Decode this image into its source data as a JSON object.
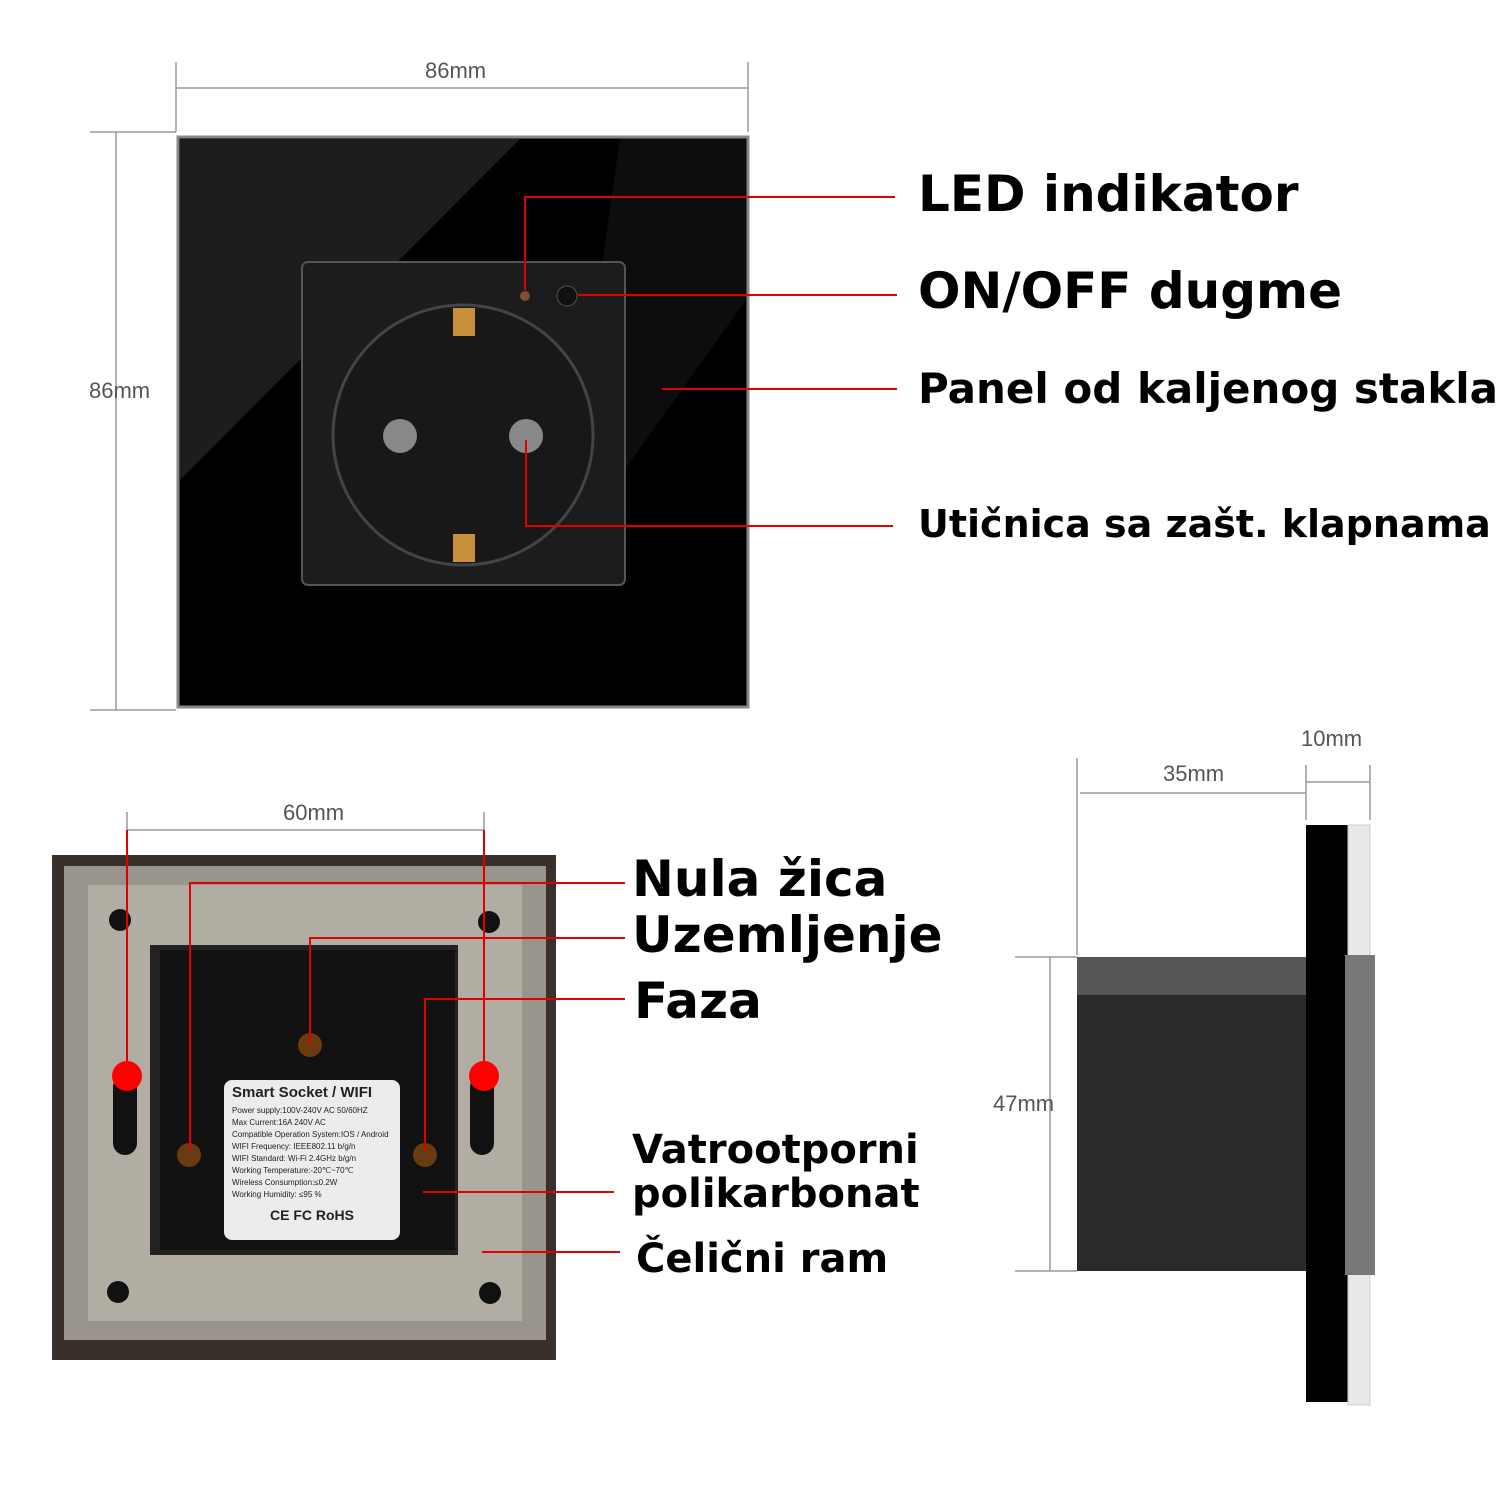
{
  "front_view": {
    "width_dim": "86mm",
    "height_dim": "86mm"
  },
  "front_labels": [
    {
      "text": "LED indikator"
    },
    {
      "text": "ON/OFF dugme"
    },
    {
      "text": "Panel od kaljenog stakla"
    },
    {
      "text": "Utičnica sa zašt. klapnama"
    }
  ],
  "back_view": {
    "width_dim": "60mm",
    "product_label": {
      "title": "Smart Socket / WIFI",
      "specs": [
        "Power supply:100V-240V AC  50/60HZ",
        "Max Current:16A  240V AC",
        "Compatible Operation System:IOS / Android",
        "WIFI Frequency: IEEE802.11 b/g/n",
        "WIFI Standard: Wi-Fi 2.4GHz b/g/n",
        "Working Temperature:-20℃~70℃",
        "Wireless Consumption:≤0.2W",
        "Working Humidity: ≤95 %"
      ],
      "certs": "CE  FC  RoHS"
    }
  },
  "back_labels": [
    {
      "text": "Nula žica"
    },
    {
      "text": "Uzemljenje"
    },
    {
      "text": "Faza"
    },
    {
      "text": "Vatrootporni\npolikarbonat"
    },
    {
      "text": "Čelični ram"
    }
  ],
  "side_view": {
    "depth_dim": "35mm",
    "panel_dim": "10mm",
    "height_dim": "47mm"
  },
  "colors": {
    "callout": "#e00000",
    "dot": "#ff0000"
  }
}
